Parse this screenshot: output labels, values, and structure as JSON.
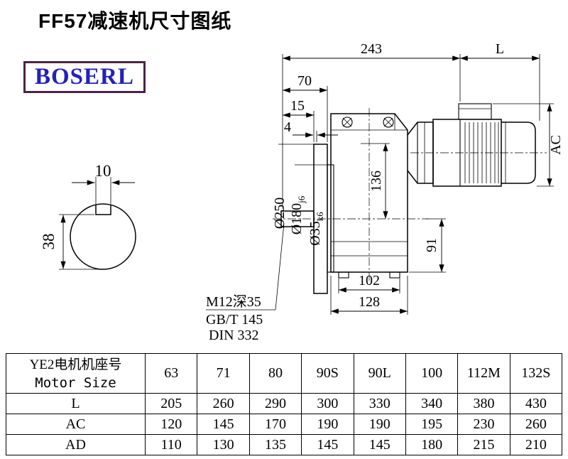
{
  "page": {
    "title": "FF57减速机尺寸图纸",
    "logo": "BOSERL"
  },
  "drawing": {
    "dim_243": "243",
    "dim_L": "L",
    "dim_70": "70",
    "dim_15": "15",
    "dim_4": "4",
    "dim_AC": "AC",
    "dim_136": "136",
    "dim_91": "91",
    "dim_102": "102",
    "dim_128": "128",
    "dia_250": "Ø250",
    "dia_180": "Ø180",
    "dia_180_tol": "j6",
    "dia_35": "Ø35",
    "dia_35_tol": "k6",
    "dim_10": "10",
    "dim_38": "38",
    "note_m12": "M12深35",
    "note_gbt": "GB/T 145",
    "note_din": "DIN 332"
  },
  "table": {
    "header_cn": "YE2电机机座号",
    "header_en": "Motor Size",
    "sizes": [
      "63",
      "71",
      "80",
      "90S",
      "90L",
      "100",
      "112M",
      "132S"
    ],
    "rows": [
      {
        "label": "L",
        "values": [
          "205",
          "260",
          "290",
          "300",
          "330",
          "340",
          "380",
          "430"
        ]
      },
      {
        "label": "AC",
        "values": [
          "120",
          "145",
          "170",
          "190",
          "190",
          "195",
          "230",
          "260"
        ]
      },
      {
        "label": "AD",
        "values": [
          "110",
          "130",
          "135",
          "145",
          "145",
          "180",
          "215",
          "210"
        ]
      }
    ]
  }
}
